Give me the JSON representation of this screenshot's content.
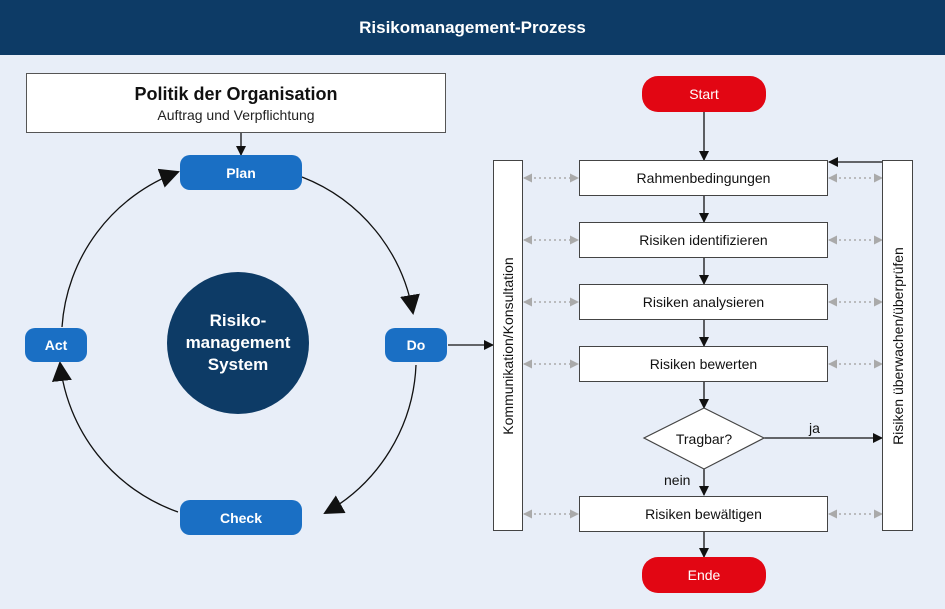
{
  "header": {
    "title": "Risikomanagement-Prozess"
  },
  "policy": {
    "title": "Politik der Organisation",
    "subtitle": "Auftrag und Verpflichtung"
  },
  "pdca": {
    "center": {
      "line1": "Risiko-",
      "line2": "management",
      "line3": "System"
    },
    "plan": "Plan",
    "do": "Do",
    "check": "Check",
    "act": "Act"
  },
  "process": {
    "start": "Start",
    "end": "Ende",
    "steps": [
      "Rahmenbedingungen",
      "Risiken identifizieren",
      "Risiken analysieren",
      "Risiken bewerten",
      "Risiken bewältigen"
    ],
    "decision": "Tragbar?",
    "yes": "ja",
    "no": "nein",
    "left_bar": "Kommunikation/Konsultation",
    "right_bar": "Risiken überwachen/überprüfen"
  },
  "colors": {
    "header_bg": "#0d3b66",
    "pill_blue": "#1a6fc4",
    "terminal_red": "#e20613",
    "background": "#e8eef8"
  }
}
